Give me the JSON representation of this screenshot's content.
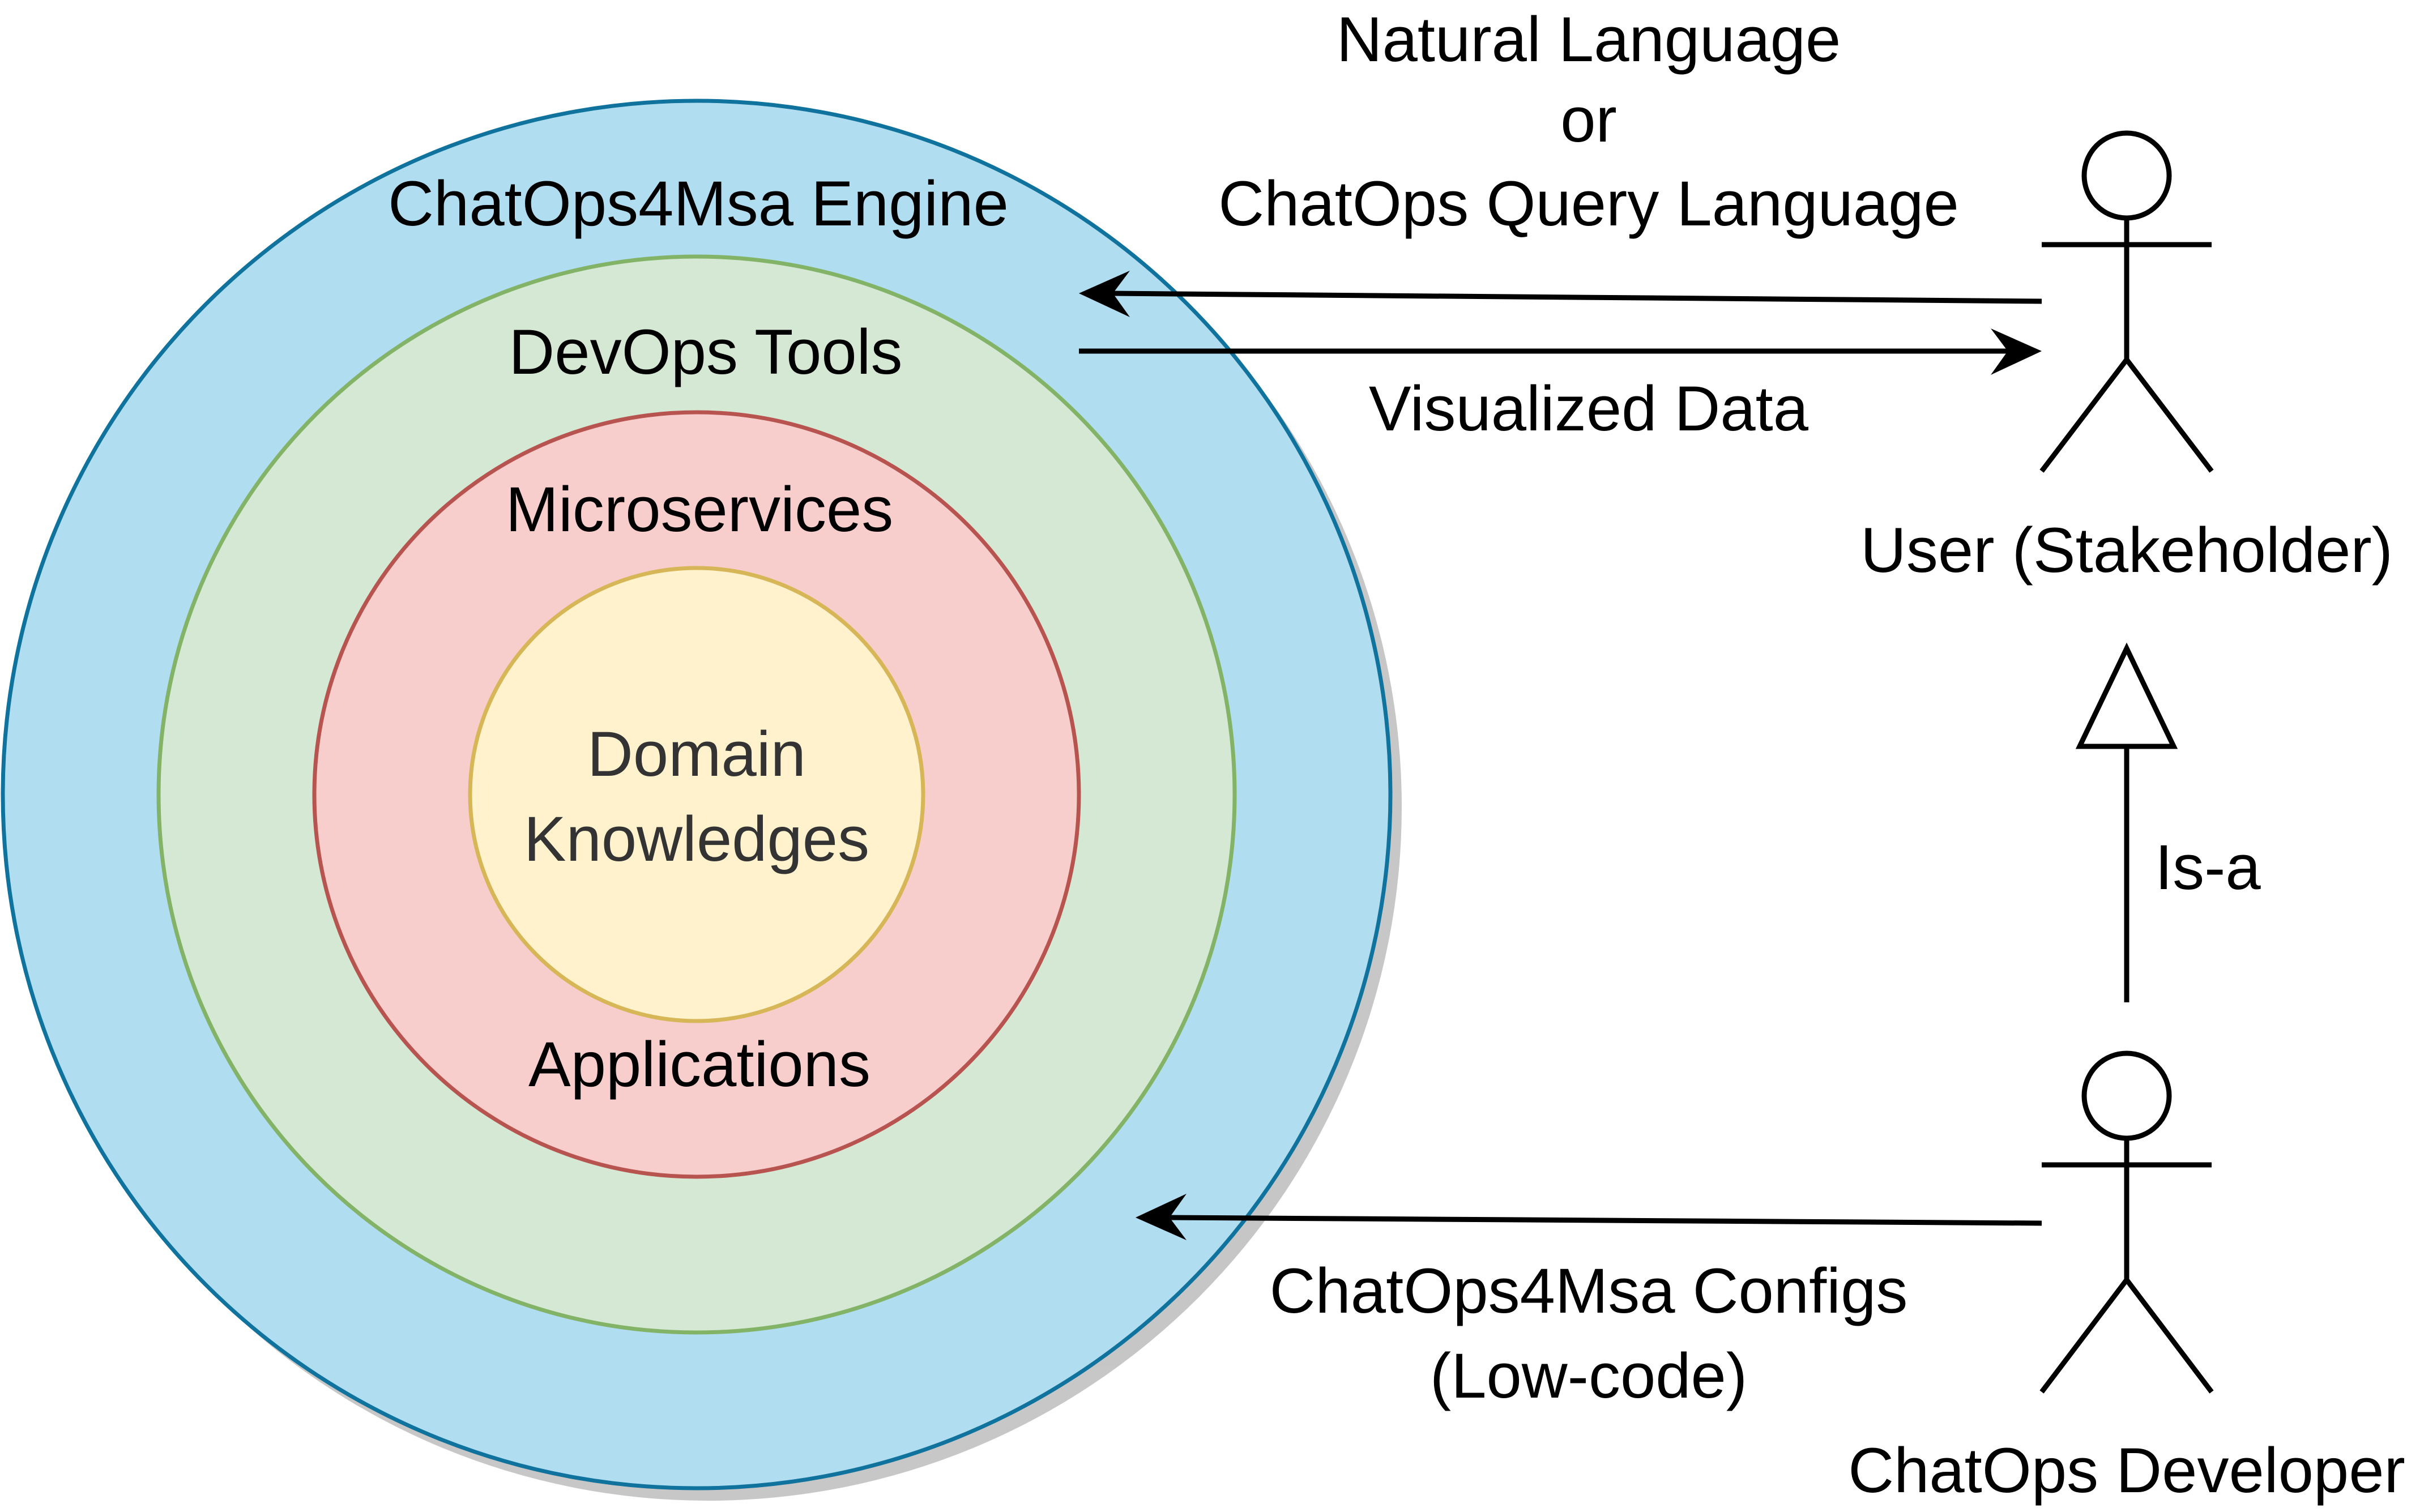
{
  "layers": {
    "engine": "ChatOps4Msa Engine",
    "devops": "DevOps Tools",
    "microservices": "Microservices",
    "applications": "Applications",
    "domain_line1": "Domain",
    "domain_line2": "Knowledges"
  },
  "arrows": {
    "query_line1": "Natural Language",
    "query_line2": "or",
    "query_line3": "ChatOps Query Language",
    "visualized": "Visualized Data",
    "configs_line1": "ChatOps4Msa Configs",
    "configs_line2": "(Low-code)",
    "is_a": "Is-a"
  },
  "actors": {
    "user": "User (Stakeholder)",
    "developer": "ChatOps Developer"
  },
  "colors": {
    "engine_fill": "#b1ddf0",
    "engine_stroke": "#10739e",
    "devops_fill": "#d5e8d4",
    "devops_stroke": "#82b366",
    "micro_fill": "#f8cecc",
    "micro_stroke": "#b85450",
    "domain_fill": "#fff2cc",
    "domain_stroke": "#d6b656"
  }
}
